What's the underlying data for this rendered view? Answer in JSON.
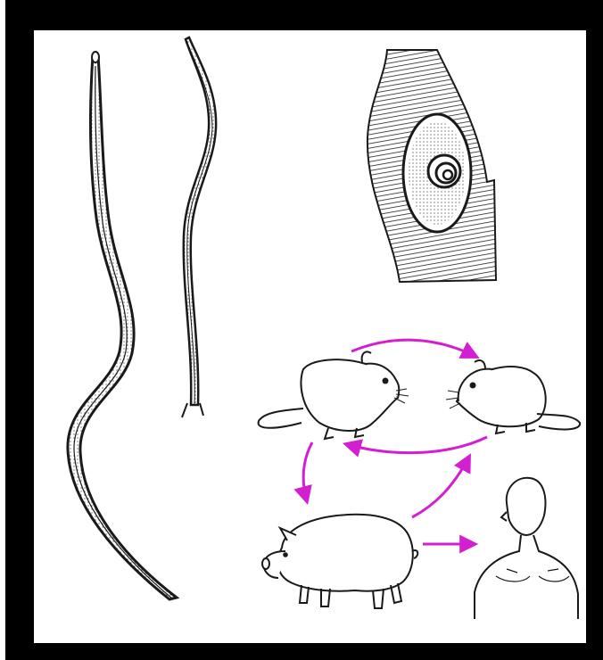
{
  "figure": {
    "subject": "trichinella-life-cycle",
    "colors": {
      "frame": "#000000",
      "background": "#ffffff",
      "ink": "#1a1a1a",
      "arrow": "#d21fd2"
    },
    "panels": [
      {
        "id": "female-worm"
      },
      {
        "id": "male-worm"
      },
      {
        "id": "muscle-cyst"
      },
      {
        "id": "rat-left"
      },
      {
        "id": "rat-right"
      },
      {
        "id": "pig"
      },
      {
        "id": "human"
      }
    ],
    "arrows": [
      {
        "from": "rat-left",
        "to": "rat-right"
      },
      {
        "from": "rat-right",
        "to": "rat-left"
      },
      {
        "from": "rat-left",
        "to": "pig"
      },
      {
        "from": "pig",
        "to": "rat-right"
      },
      {
        "from": "pig",
        "to": "human"
      }
    ]
  }
}
